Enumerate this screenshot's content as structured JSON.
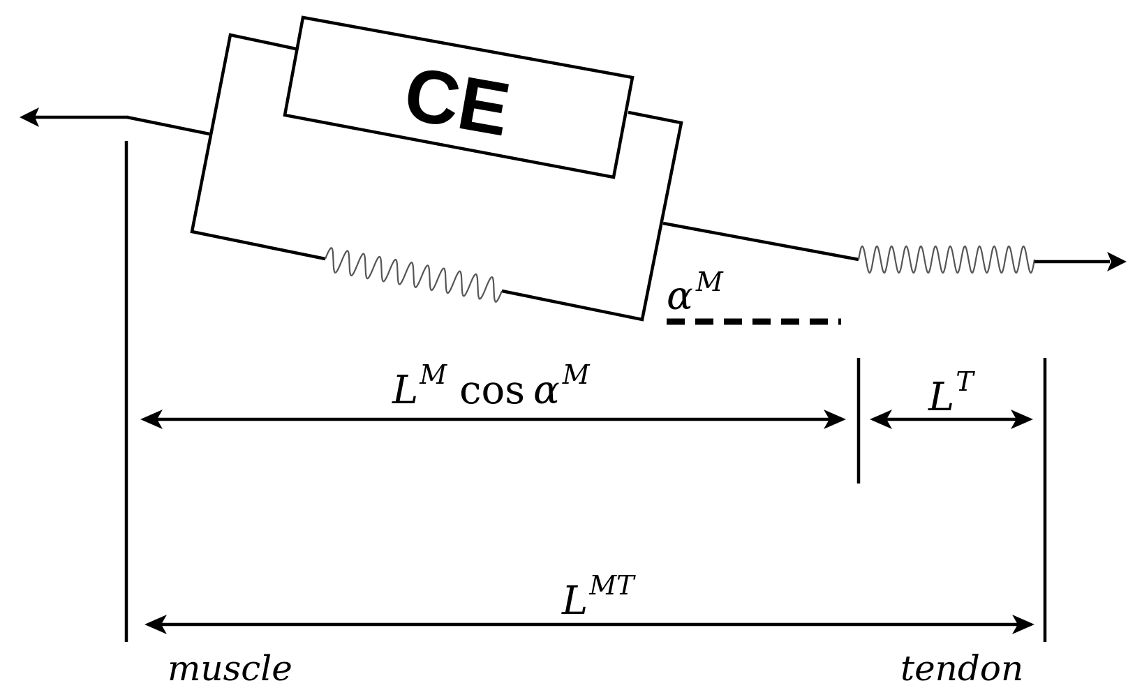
{
  "diagram": {
    "contractile_element_label": "CE",
    "pennation_angle": {
      "base": "α",
      "sup": "M"
    },
    "fiber_length_projection": {
      "base": "L",
      "sup": "M",
      "middle": "cos",
      "base2": "α",
      "sup2": "M"
    },
    "tendon_length": {
      "base": "L",
      "sup": "T"
    },
    "musculotendon_length": {
      "base": "L",
      "sup": "MT"
    },
    "muscle_caption": "muscle",
    "tendon_caption": "tendon"
  }
}
